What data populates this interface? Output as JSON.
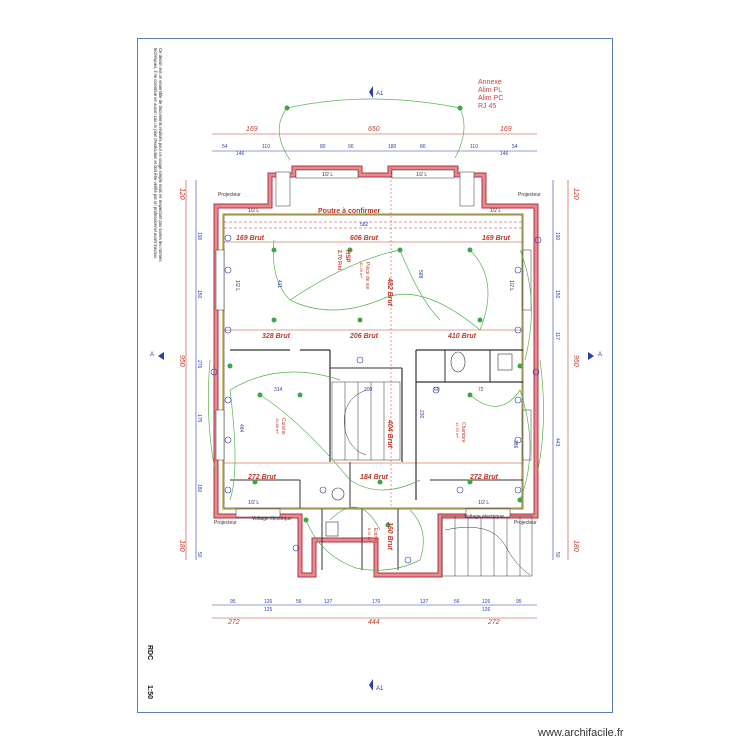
{
  "sheet": {
    "legend": [
      "Annexe",
      "Alim PL",
      "Alim PC",
      "RJ 45"
    ],
    "watermark": "www.archifacile.fr",
    "level": "RDC",
    "scale": "1:50",
    "note": "Ce dessin est un ensemble de documents réalisés pour un usage simple mais ne respectant pas toutes les normes techniques, il ne constitue en aucun cas un plan d'exécution et doit être vérifié par un professionnel avant travaux."
  },
  "dims": {
    "top_overall": [
      "169",
      "650",
      "169"
    ],
    "top_detail": [
      "54",
      "110",
      "80",
      "90",
      "180",
      "80",
      "110",
      "54"
    ],
    "top_detail2": [
      "146",
      "146"
    ],
    "bottom_detail": [
      "95",
      "126",
      "56",
      "137",
      "170",
      "137",
      "56",
      "126",
      "95"
    ],
    "bottom_detail2": [
      "125",
      "126"
    ],
    "bottom_overall": [
      "272",
      "444",
      "272"
    ],
    "left_overall": [
      "120",
      "950",
      "180"
    ],
    "left_detail": [
      "190",
      "150",
      "276",
      "175",
      "180",
      "50"
    ],
    "right_overall": [
      "120",
      "950",
      "180"
    ],
    "right_detail": [
      "190",
      "150",
      "117",
      "443",
      "50"
    ],
    "inner": [
      "582",
      "588",
      "314",
      "200",
      "60",
      "72",
      "386",
      "484",
      "230",
      "411"
    ]
  },
  "labels": {
    "beam": "Poutre à confirmer",
    "rooms": [
      {
        "name": "Pièce de vie",
        "area": "40.29 m²"
      },
      {
        "name": "HSP",
        "area": "2.70 Fini"
      },
      {
        "name": "Cuisine",
        "area": "19.88 m²"
      },
      {
        "name": "Chambre",
        "area": "12.93 m²"
      },
      {
        "name": "Entrée",
        "area": "8.41 m²"
      }
    ],
    "brut": [
      "169 Brut",
      "606 Brut",
      "169 Brut",
      "482 Brut",
      "328 Brut",
      "206 Brut",
      "410 Brut",
      "404 Brut",
      "272 Brut",
      "184 Brut",
      "272 Brut",
      "160 Brut"
    ],
    "bay": [
      "1/2 L",
      "1/2 L",
      "1/2 L",
      "1/2 L",
      "1/2 L",
      "1/2 L",
      "1/2 L",
      "1/2 L"
    ],
    "projector": [
      "Projecteur",
      "Projecteur",
      "Projecteur",
      "Projecteur"
    ],
    "switches": [
      "Voltage électrique",
      "Voltage électrique"
    ],
    "axis": [
      "A",
      "A",
      "A1",
      "A1"
    ]
  }
}
